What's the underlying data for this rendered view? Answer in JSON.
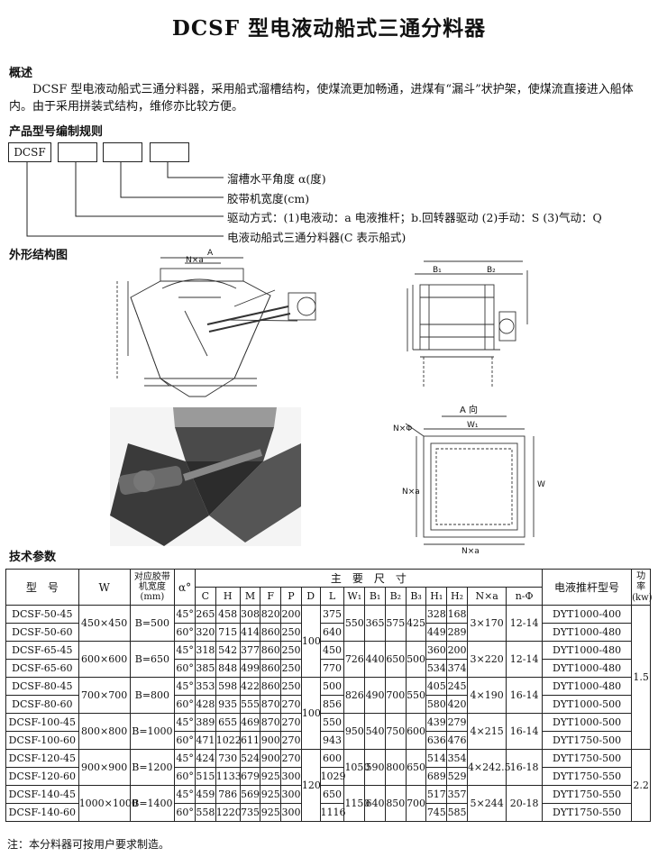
{
  "title": "DCSF 型电液动船式三通分料器",
  "overview": {
    "heading": "概述",
    "text": "DCSF 型电液动船式三通分料器，采用船式溜槽结构，使煤流更加畅通，进煤有“漏斗”状护架，使煤流直接进入船体内。由于采用拼装式结构，维修亦比较方便。"
  },
  "model_rules": {
    "heading": "产品型号编制规则",
    "prefix": "DCSF",
    "lines": [
      "溜槽水平角度 α(度)",
      "胶带机宽度(cm)",
      "驱动方式：(1)电液动：a 电液推杆；b.回转器驱动 (2)手动：S (3)气动：Q",
      "电液动船式三通分料器(C 表示船式)"
    ]
  },
  "structure": {
    "heading": "外形结构图",
    "labels": {
      "nxa_top": "N×a",
      "a_top": "A",
      "b1": "B₁",
      "b2": "B₂",
      "view_a": "A 向",
      "w1": "W₁",
      "nxphi": "N×Φ",
      "nxa_side": "N×a",
      "nxa_bottom": "N×a",
      "w": "W"
    }
  },
  "spec": {
    "heading": "技术参数",
    "headers": {
      "model": "型　号",
      "w": "W",
      "belt": "对应胶带机宽度(mm)",
      "alpha": "α°",
      "main": "主　要　尺　寸",
      "push": "电液推杆型号",
      "power": "功率(kw)",
      "sub": [
        "C",
        "H",
        "M",
        "F",
        "P",
        "D",
        "L",
        "W₁",
        "B₁",
        "B₂",
        "B₃",
        "H₁",
        "H₂",
        "N×a",
        "n-Φ"
      ]
    },
    "groups": [
      {
        "w": "450×450",
        "belt": "B=500",
        "w1": "550",
        "b1": "365",
        "b2": "575",
        "b3": "425",
        "nxa": "3×170",
        "nphi": "12-14",
        "rows": [
          {
            "model": "DCSF-50-45",
            "alpha": "45°",
            "c": "265",
            "h": "458",
            "m": "308",
            "f": "820",
            "p": "200",
            "l": "375",
            "h1": "328",
            "h2": "168",
            "push": "DYT1000-400"
          },
          {
            "model": "DCSF-50-60",
            "alpha": "60°",
            "c": "320",
            "h": "715",
            "m": "414",
            "f": "860",
            "p": "250",
            "l": "640",
            "h1": "449",
            "h2": "289",
            "push": "DYT1000-480"
          }
        ]
      },
      {
        "w": "600×600",
        "belt": "B=650",
        "w1": "726",
        "b1": "440",
        "b2": "650",
        "b3": "500",
        "nxa": "3×220",
        "nphi": "12-14",
        "rows": [
          {
            "model": "DCSF-65-45",
            "alpha": "45°",
            "c": "318",
            "h": "542",
            "m": "377",
            "f": "860",
            "p": "250",
            "l": "450",
            "h1": "360",
            "h2": "200",
            "push": "DYT1000-480"
          },
          {
            "model": "DCSF-65-60",
            "alpha": "60°",
            "c": "385",
            "h": "848",
            "m": "499",
            "f": "860",
            "p": "250",
            "l": "770",
            "h1": "534",
            "h2": "374",
            "push": "DYT1000-480"
          }
        ]
      },
      {
        "w": "700×700",
        "belt": "B=800",
        "w1": "826",
        "b1": "490",
        "b2": "700",
        "b3": "550",
        "nxa": "4×190",
        "nphi": "16-14",
        "rows": [
          {
            "model": "DCSF-80-45",
            "alpha": "45°",
            "c": "353",
            "h": "598",
            "m": "422",
            "f": "860",
            "p": "250",
            "l": "500",
            "h1": "405",
            "h2": "245",
            "push": "DYT1000-480"
          },
          {
            "model": "DCSF-80-60",
            "alpha": "60°",
            "c": "428",
            "h": "935",
            "m": "555",
            "f": "870",
            "p": "270",
            "l": "856",
            "h1": "580",
            "h2": "420",
            "push": "DYT1000-500"
          }
        ]
      },
      {
        "w": "800×800",
        "belt": "B=1000",
        "w1": "950",
        "b1": "540",
        "b2": "750",
        "b3": "600",
        "nxa": "4×215",
        "nphi": "16-14",
        "rows": [
          {
            "model": "DCSF-100-45",
            "alpha": "45°",
            "c": "389",
            "h": "655",
            "m": "469",
            "f": "870",
            "p": "270",
            "l": "550",
            "h1": "439",
            "h2": "279",
            "push": "DYT1000-500"
          },
          {
            "model": "DCSF-100-60",
            "alpha": "60°",
            "c": "471",
            "h": "1022",
            "m": "611",
            "f": "900",
            "p": "270",
            "l": "943",
            "h1": "636",
            "h2": "476",
            "push": "DYT1750-500"
          }
        ]
      },
      {
        "w": "900×900",
        "belt": "B=1200",
        "w1": "1050",
        "b1": "590",
        "b2": "800",
        "b3": "650",
        "nxa": "4×242.5",
        "nphi": "16-18",
        "rows": [
          {
            "model": "DCSF-120-45",
            "alpha": "45°",
            "c": "424",
            "h": "730",
            "m": "524",
            "f": "900",
            "p": "270",
            "l": "600",
            "h1": "514",
            "h2": "354",
            "push": "DYT1750-500"
          },
          {
            "model": "DCSF-120-60",
            "alpha": "60°",
            "c": "515",
            "h": "1133",
            "m": "679",
            "f": "925",
            "p": "300",
            "l": "1029",
            "h1": "689",
            "h2": "529",
            "push": "DYT1750-550"
          }
        ]
      },
      {
        "w": "1000×1000",
        "belt": "B=1400",
        "w1": "1150",
        "b1": "640",
        "b2": "850",
        "b3": "700",
        "nxa": "5×244",
        "nphi": "20-18",
        "rows": [
          {
            "model": "DCSF-140-45",
            "alpha": "45°",
            "c": "459",
            "h": "786",
            "m": "569",
            "f": "925",
            "p": "300",
            "l": "650",
            "h1": "517",
            "h2": "357",
            "push": "DYT1750-550"
          },
          {
            "model": "DCSF-140-60",
            "alpha": "60°",
            "c": "558",
            "h": "1220",
            "m": "735",
            "f": "925",
            "p": "300",
            "l": "1116",
            "h1": "745",
            "h2": "585",
            "push": "DYT1750-550"
          }
        ]
      }
    ],
    "d_values": [
      "100",
      "100",
      "120"
    ],
    "power_values": [
      "1.5",
      "2.2"
    ]
  },
  "note": "注：本分料器可按用户要求制造。"
}
